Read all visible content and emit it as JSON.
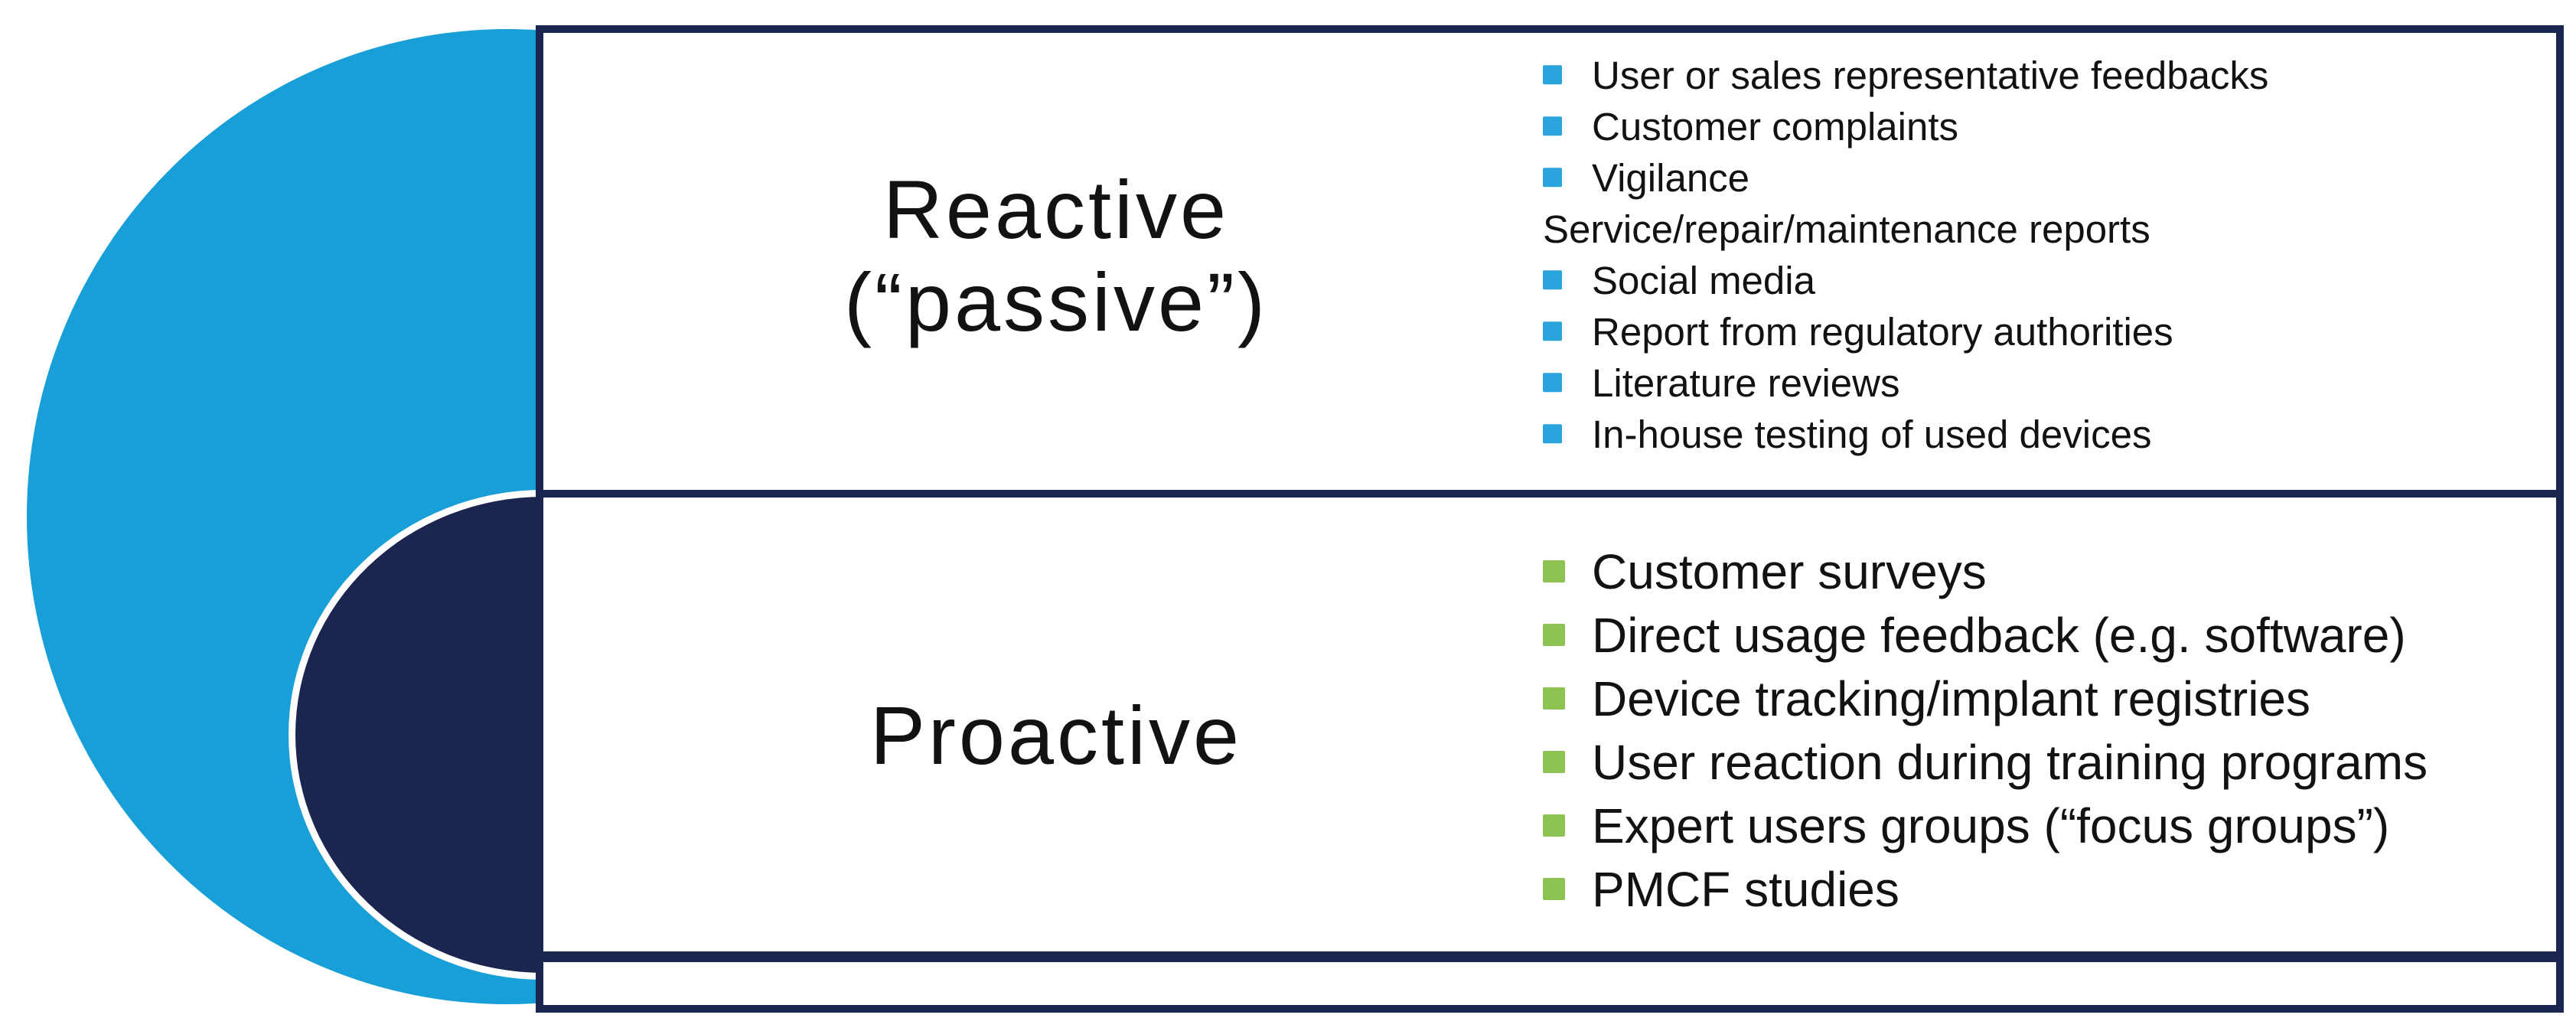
{
  "colors": {
    "light_blue": "#189FD8",
    "dark_navy": "#1A2550",
    "blue_bullet": "#29A4DC",
    "green_bullet": "#8DC351",
    "text": "#121212",
    "panel_bg": "#FFFFFF"
  },
  "reactive": {
    "title_line1": "Reactive",
    "title_line2": "(“passive”)",
    "items": [
      {
        "text": "User or sales representative feedbacks",
        "bullet": true
      },
      {
        "text": "Customer complaints",
        "bullet": true
      },
      {
        "text": "Vigilance",
        "bullet": true
      },
      {
        "text": "Service/repair/maintenance reports",
        "bullet": false
      },
      {
        "text": "Social media",
        "bullet": true
      },
      {
        "text": "Report from regulatory authorities",
        "bullet": true
      },
      {
        "text": "Literature reviews",
        "bullet": true
      },
      {
        "text": "In-house testing of used devices",
        "bullet": true
      }
    ]
  },
  "proactive": {
    "title": "Proactive",
    "items": [
      {
        "text": "Customer surveys",
        "bullet": true
      },
      {
        "text": "Direct usage feedback (e.g. software)",
        "bullet": true
      },
      {
        "text": "Device tracking/implant registries",
        "bullet": true
      },
      {
        "text": "User reaction during training programs",
        "bullet": true
      },
      {
        "text": "Expert users groups (“focus groups”)",
        "bullet": true
      },
      {
        "text": "PMCF studies",
        "bullet": true
      }
    ]
  }
}
